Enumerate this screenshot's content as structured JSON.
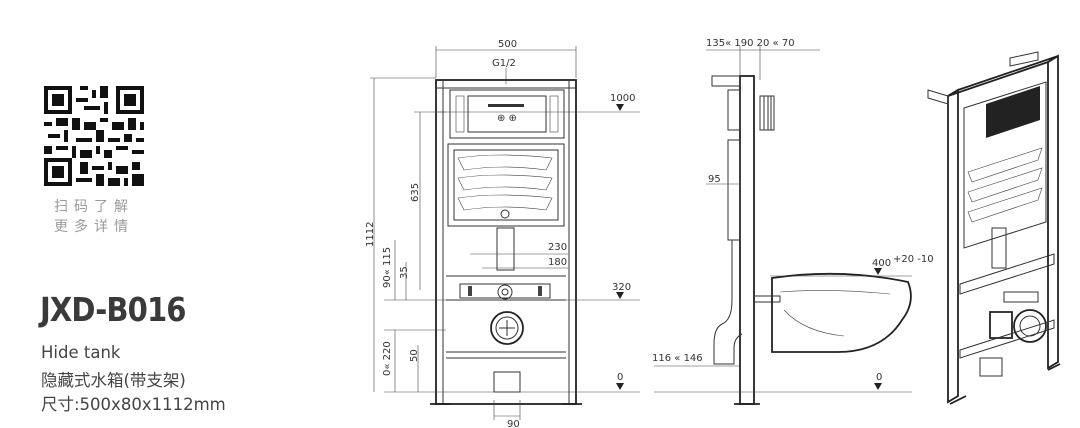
{
  "qr_caption": [
    "扫码了解",
    "更多详情"
  ],
  "product": {
    "model": "JXD-B016",
    "name_en": "Hide tank",
    "name_cn": "隐藏式水箱(带支架)",
    "size": "尺寸:500x80x1112mm"
  },
  "front_view": {
    "width_label": "500",
    "inlet_label": "G1/2",
    "height_label": "1112",
    "dim_635": "635",
    "dim_230": "230",
    "dim_180": "180",
    "dim_90_115": "90« 115",
    "dim_35": "35",
    "dim_0_220": "0« 220",
    "dim_50": "50",
    "dim_90": "90",
    "level_1000": "1000",
    "level_320": "320",
    "level_0": "0"
  },
  "side_view": {
    "top_dims": "135« 190   20 « 70",
    "dim_95": "95",
    "dim_116_146": "116 «  146",
    "level_0": "0",
    "level_0_right": "0",
    "level_400": "400",
    "level_400_tol": "+20 -10"
  },
  "colors": {
    "line": "#333333",
    "text_gray": "#9a9a9a"
  }
}
